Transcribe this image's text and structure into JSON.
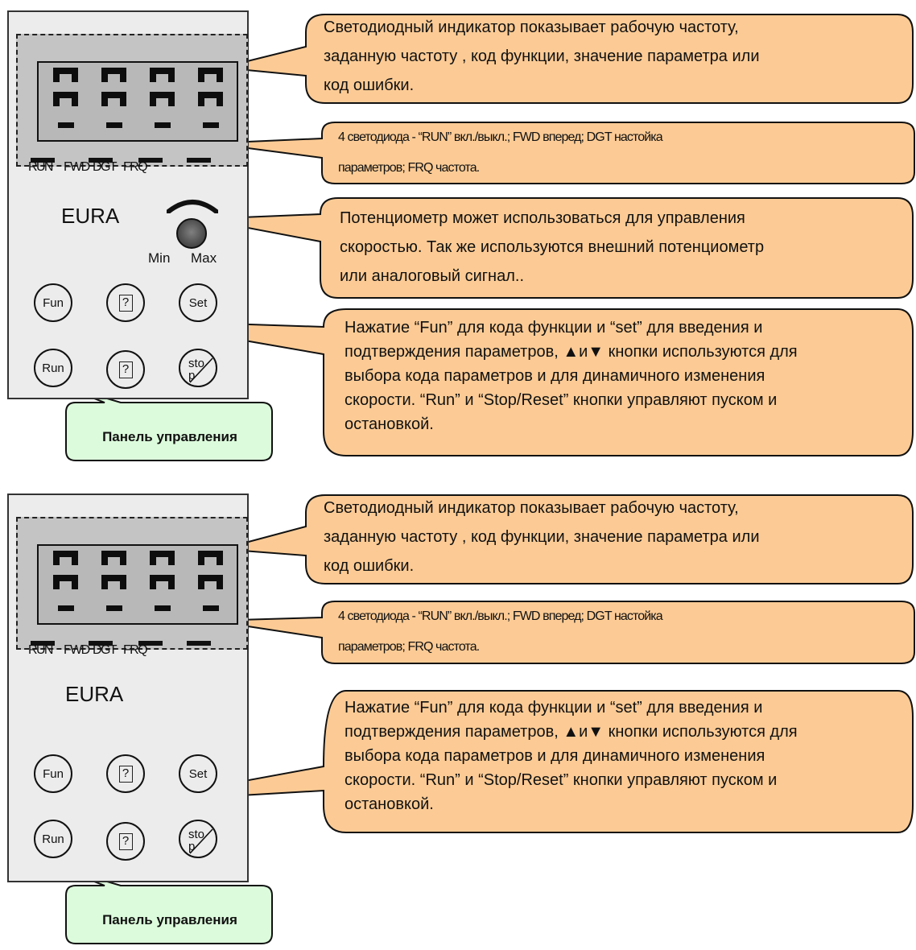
{
  "panels": [
    {
      "brand": "EURA",
      "led_labels": [
        "RUN",
        "FWD",
        "DGT",
        "FRQ"
      ],
      "knob": {
        "min_label": "Min",
        "max_label": "Max"
      },
      "buttons": {
        "fun": "Fun",
        "up": "?",
        "set": "Set",
        "run": "Run",
        "down": "?",
        "stop": "stop"
      },
      "notes": {
        "display": [
          "Светодиодный индикатор показывает рабочую частоту,",
          "заданную частоту , код функции, значение параметра или",
          "код ошибки."
        ],
        "leds": [
          "4 светодиода - “RUN” вкл./выкл.; FWD вперед; DGT настойка",
          "параметров; FRQ частота."
        ],
        "knob": [
          "Потенциометр может использоваться для управления",
          "скоростью. Так же используются внешний потенциометр",
          "или аналоговый сигнал.."
        ],
        "keys": [
          "Нажатие “Fun” для кода функции и “set” для введения и",
          "подтверждения параметров, ▲и▼ кнопки используются для",
          "выбора кода параметров и для динамичного изменения",
          "скорости. “Run” и “Stop/Reset” кнопки управляют пуском и",
          "остановкой."
        ],
        "panel": "Панель управления"
      }
    },
    {
      "brand": "EURA",
      "led_labels": [
        "RUN",
        "FWD",
        "DGT",
        "FRQ"
      ],
      "buttons": {
        "fun": "Fun",
        "up": "?",
        "set": "Set",
        "run": "Run",
        "down": "?",
        "stop": "stop"
      },
      "notes": {
        "display": [
          "Светодиодный индикатор показывает рабочую частоту,",
          "заданную частоту , код функции, значение параметра или",
          "код ошибки."
        ],
        "leds": [
          "4 светодиода - “RUN” вкл./выкл.; FWD вперед; DGT настойка",
          "параметров; FRQ частота."
        ],
        "keys": [
          "Нажатие “Fun” для кода функции и “set” для введения и",
          "подтверждения параметров, ▲и▼ кнопки используются для",
          "выбора кода параметров и для динамичного изменения",
          "скорости. “Run” и “Stop/Reset” кнопки управляют пуском и",
          "остановкой."
        ],
        "panel": "Панель управления"
      }
    }
  ],
  "colors": {
    "note_fill": "#fccb95",
    "panel_fill": "#dcfbdc",
    "device_fill": "#ececec",
    "display_fill": "#c4c4c4"
  }
}
